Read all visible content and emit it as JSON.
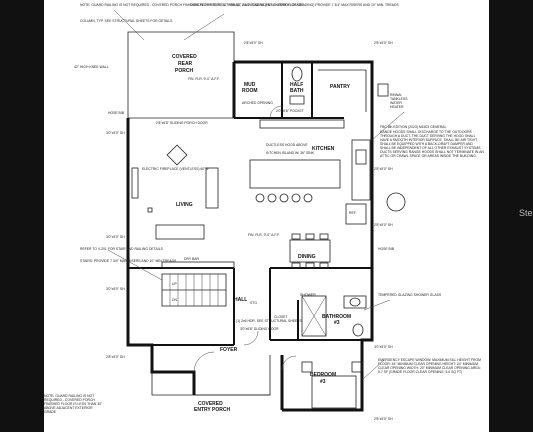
{
  "rooms": {
    "covered_rear_porch_1": "COVERED",
    "covered_rear_porch_2": "REAR",
    "covered_rear_porch_3": "PORCH",
    "mud_room_1": "MUD",
    "mud_room_2": "ROOM",
    "half_bath_1": "HALF",
    "half_bath_2": "BATH",
    "pantry": "PANTRY",
    "kitchen": "KITCHEN",
    "living": "LIVING",
    "dining": "DINING",
    "hall": "HALL",
    "foyer": "FOYER",
    "bathroom_1": "BATHROOM",
    "bathroom_2": "#3",
    "bedroom_1": "BEDROOM",
    "bedroom_2": "#3",
    "covered_entry_porch_1": "COVERED",
    "covered_entry_porch_2": "ENTRY PORCH",
    "shower": "SHOWER"
  },
  "labels": {
    "sliding_porch_door": "2'8\"x6'8\" SLIDING PORCH DOOR",
    "electric_fireplace": "ELECTRIC FIREPLACE (VENTLESS) 60\"W",
    "ductless_hood": "DUCTLESS HOOD ABOVE",
    "kitchen_island": "KITCHEN ISLAND W/ 36\" SINK",
    "ref": "REF.",
    "dry_bar": "DRY BAR",
    "up_stairs": "UP",
    "dn_stairs": "DN",
    "closet": "CLOSET",
    "tempered_glass": "TEMPERED GLAZING SHOWER GLASS",
    "arched_opening": "ARCHED OPENING",
    "pocket_door": "2'0\"x6'8\" POCKET",
    "sliding_door": "3'0\"x6'8\" SLIDING DOOR",
    "stage": "STG"
  },
  "notes": {
    "top_left": "NOTE: GUARD RAILING IS NOT REQUIRED - COVERED PORCH FINISHED FLOOR IS LESS THAN 30\" ABOVE ADJACENT EXTERIOR GRADE",
    "top_center": "CONCRETE STEPS, 11\" TREAD, 7 1/2\" RISERS (FIELD VERIFY LOT GRADING) PROVIDE 7 3/4\" MAX RISERS AND 10\" MIN. TREADS",
    "column_note": "COLUMN, TYP. SEE STRUCTURAL SHEETS FOR DETAILS",
    "knee_wall": "42\" HIGH KNEE WALL",
    "hose_bib_1": "HOSE BIB",
    "hose_bib_2": "HOSE BIB",
    "rinnai_1": "RINNAI",
    "rinnai_2": "TANKLESS",
    "rinnai_3": "WATER",
    "rinnai_4": "HEATER",
    "rec_title": "FBC 8th EDITION (2023) M1503 GENERAL",
    "rec_body": "RANGE HOODS SHALL DISCHARGE TO THE OUTDOORS THROUGH A DUCT. THE DUCT SERVING THE HOOD SHALL HAVE A SMOOTH INTERIOR SURFACE, SHALL BE AIR TIGHT, SHALL BE EQUIPPED WITH A BACK-DRAFT DAMPER AND SHALL BE INDEPENDENT OF ALL OTHER EXHAUST SYSTEMS. DUCTS SERVING RANGE HOODS SHALL NOT TERMINATE IN AN ATTIC OR CRAWL SPACE OR AREAS INSIDE THE BUILDING.",
    "stair_note": "REFER TO V-201 FOR STAIR AND RAILING DETAILS",
    "stair_note_2": "STAIRS: PROVIDE 7 3/4\" MAX RISERS AND 10\" MIN TREADS",
    "egress": "EMERGENCY ESCAPE WINDOW: MAXIMUM SILL HEIGHT FROM FLOOR: 44\" MINIMUM CLEAR OPENING HEIGHT: 24\" MINIMUM CLEAR OPENING WIDTH: 20\" MINIMUM CLEAR OPENING AREA: 5.7 SF (GRADE FLOOR CLEAR OPENING: 5.0 SQ FT)",
    "bottom_note": "NOTE: GUARD RAILING IS NOT REQUIRED - COVERED PORCH FINISHED FLOOR IS LESS THAN 30\" ABOVE ADJACENT EXTERIOR GRADE",
    "ceiling_1": "FIN. FLR. 9'-0\" A.F.F.",
    "ceiling_2": "FIN. FLR. 9'-0\" A.F.F.",
    "struct_note": "(1) 2x6 HDR. SEE STRUCTURAL SHEETS"
  },
  "windows": [
    "2'8\"x5'0\" SH",
    "2'8\"x5'0\" SH",
    "3'0\"x5'0\" SH",
    "2'8\"x5'0\" SH",
    "3'0\"x5'0\" SH",
    "2'8\"x5'0\" SH",
    "3'0\"x5'0\" SH",
    "2'8\"x5'0\" SH",
    "3'0\"x5'0\" SH",
    "2'8\"x5'0\" SH"
  ],
  "watermark": "Stel"
}
